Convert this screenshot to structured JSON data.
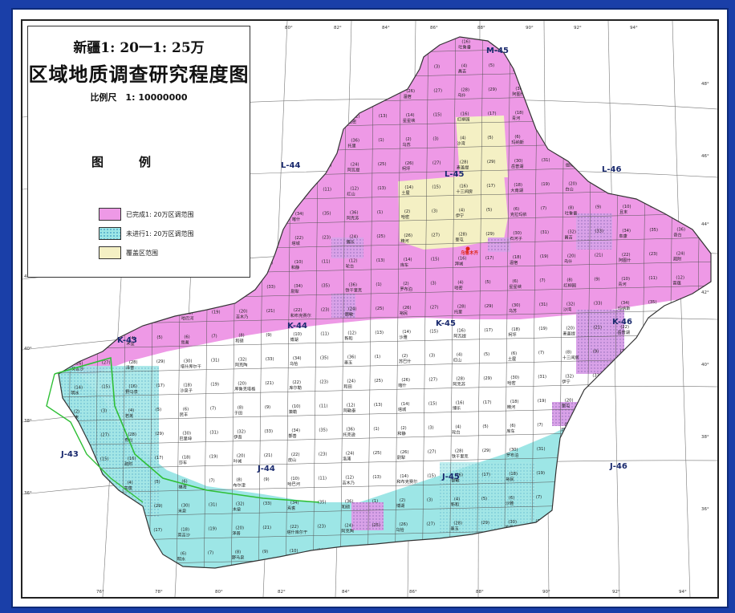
{
  "legend": {
    "title_line1": "新疆1: 20一1: 25万",
    "title_line2": "区域地质调查研究程度图",
    "scale": "比例尺　1: 10000000",
    "heading": "图例",
    "items": [
      {
        "label": "已完成1: 20万区调范围",
        "color": "#ee99e6"
      },
      {
        "label": "未进行1: 20万区调范围",
        "color": "#9de6e6"
      },
      {
        "label": "覆盖区范围",
        "color": "#f4f0c4"
      }
    ]
  },
  "sheets": [
    "M-45",
    "L-44",
    "L-45",
    "L-46",
    "K-43",
    "K-44",
    "K-45",
    "K-46",
    "J-43",
    "J-44",
    "J-45",
    "J-46"
  ],
  "longitudes_top": [
    "80°",
    "82°",
    "84°",
    "86°",
    "88°",
    "90°",
    "92°",
    "94°"
  ],
  "longitudes_bottom": [
    "76°",
    "78°",
    "80°",
    "82°",
    "84°",
    "86°",
    "88°",
    "90°",
    "92°",
    "94°"
  ],
  "latitudes_left": [
    "42°",
    "40°",
    "38°",
    "36°"
  ],
  "latitudes_right": [
    "48°",
    "46°",
    "44°",
    "42°",
    "40°",
    "38°",
    "36°"
  ],
  "cell_numbers": [
    "(1)",
    "(2)",
    "(3)",
    "(4)",
    "(5)",
    "(6)",
    "(7)",
    "(8)",
    "(9)",
    "(10)",
    "(11)",
    "(12)",
    "(13)",
    "(14)",
    "(15)",
    "(16)",
    "(17)",
    "(18)",
    "(19)",
    "(20)",
    "(21)",
    "(22)",
    "(23)",
    "(24)",
    "(25)",
    "(26)",
    "(27)",
    "(28)",
    "(29)",
    "(30)",
    "(31)",
    "(32)",
    "(33)",
    "(34)",
    "(35)",
    "(36)"
  ],
  "place_names": [
    "乌鲁木齐",
    "库尔勒",
    "和田",
    "喀什",
    "阿克苏",
    "哈密",
    "伊宁",
    "克拉玛依",
    "吐鲁番",
    "且末",
    "若羌",
    "民丰",
    "于田",
    "策勒",
    "阿勒泰",
    "塔城",
    "博乐",
    "精河",
    "奎屯",
    "石河子",
    "昌吉",
    "阜康",
    "奇台",
    "巴里坤",
    "伊吾",
    "鄯善",
    "托克逊",
    "和静",
    "轮台",
    "库车",
    "拜城",
    "温宿",
    "乌什",
    "阿图什",
    "疏附",
    "莎车",
    "叶城",
    "皮山",
    "洛浦",
    "尉犁",
    "铁干里克",
    "罗布泊",
    "哈密",
    "星星峡",
    "红柳园",
    "青河",
    "富蕴",
    "福海",
    "布尔津",
    "哈巴河",
    "吉木乃",
    "和布克赛尔",
    "额敏",
    "裕民",
    "托里",
    "乌苏",
    "沙湾",
    "玛纳斯",
    "呼图壁",
    "米泉",
    "木垒",
    "焉耆",
    "和硕",
    "博湖",
    "新和",
    "沙雅",
    "阿瓦提",
    "柯坪",
    "麦盖提",
    "岳普湖",
    "伽师",
    "英吉沙",
    "泽普",
    "塔什库尔干",
    "阿克陶",
    "乌恰",
    "墨玉",
    "苏巴什",
    "红山",
    "土屋",
    "十三间房",
    "大南湖",
    "白山",
    "明水",
    "野马泉",
    "沙泉子",
    "库鲁克塔格"
  ]
}
